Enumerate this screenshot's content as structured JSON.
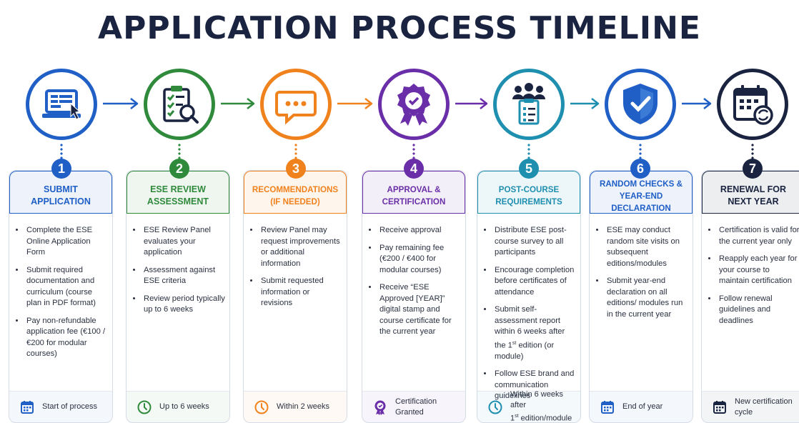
{
  "title": "APPLICATION PROCESS TIMELINE",
  "steps": [
    {
      "number": "1",
      "heading": "SUBMIT\nAPPLICATION",
      "color": "#1f5fc6",
      "icon": "laptop-form-icon",
      "bullets": [
        "Complete the ESE Online Application Form",
        "Submit required documentation and curriculum (course plan in PDF format)",
        "Pay non-refundable application fee (€100 / €200 for modular courses)"
      ],
      "footer_icon": "calendar-icon",
      "footer": "Start of process"
    },
    {
      "number": "2",
      "heading": "ESE REVIEW\nASSESSMENT",
      "color": "#2f8a3c",
      "icon": "clipboard-search-icon",
      "bullets": [
        "ESE Review Panel evaluates your application",
        "Assessment against ESE criteria",
        "Review period typically up to 6 weeks"
      ],
      "footer_icon": "clock-icon",
      "footer": "Up to 6 weeks"
    },
    {
      "number": "3",
      "heading": "RECOMMENDATIONS\n(IF NEEDED)",
      "color": "#f0821e",
      "icon": "chat-bubble-icon",
      "bullets": [
        "Review Panel may request improvements or additional information",
        "Submit requested information or revisions"
      ],
      "footer_icon": "clock-icon",
      "footer": "Within 2 weeks"
    },
    {
      "number": "4",
      "heading": "APPROVAL &\nCERTIFICATION",
      "color": "#6a2fa8",
      "icon": "award-badge-icon",
      "bullets": [
        "Receive approval",
        "Pay remaining fee (€200 / €400 for modular courses)",
        "Receive “ESE Approved [YEAR]” digital stamp and course certificate for the current year"
      ],
      "footer_icon": "award-badge-icon",
      "footer": "Certification\nGranted"
    },
    {
      "number": "5",
      "heading": "POST-COURSE\nREQUIREMENTS",
      "color": "#1f8fb0",
      "icon": "team-checklist-icon",
      "bullets": [
        "Distribute ESE post-course survey to all participants",
        "Encourage completion before certificates of attendance",
        "Submit self-assessment report within 6 weeks after the 1st edition (or module)",
        "Follow ESE brand and communication guidelines"
      ],
      "footer_icon": "clock-icon",
      "footer": "Within 6 weeks after\n1st edition/module"
    },
    {
      "number": "6",
      "heading": "RANDOM CHECKS &\nYEAR-END DECLARATION",
      "color": "#1f5fc6",
      "icon": "shield-check-icon",
      "bullets": [
        "ESE may conduct random site visits on subsequent editions/modules",
        "Submit year-end declaration on all editions/ modules run in the current year"
      ],
      "footer_icon": "calendar-icon",
      "footer": "End of year"
    },
    {
      "number": "7",
      "heading": "RENEWAL FOR\nNEXT YEAR",
      "color": "#1a2440",
      "icon": "calendar-renew-icon",
      "bullets": [
        "Certification is valid for the current year only",
        "Reapply each year for your course to maintain certification",
        "Follow renewal guidelines and deadlines"
      ],
      "footer_icon": "calendar-icon",
      "footer": "New certification\ncycle"
    }
  ]
}
